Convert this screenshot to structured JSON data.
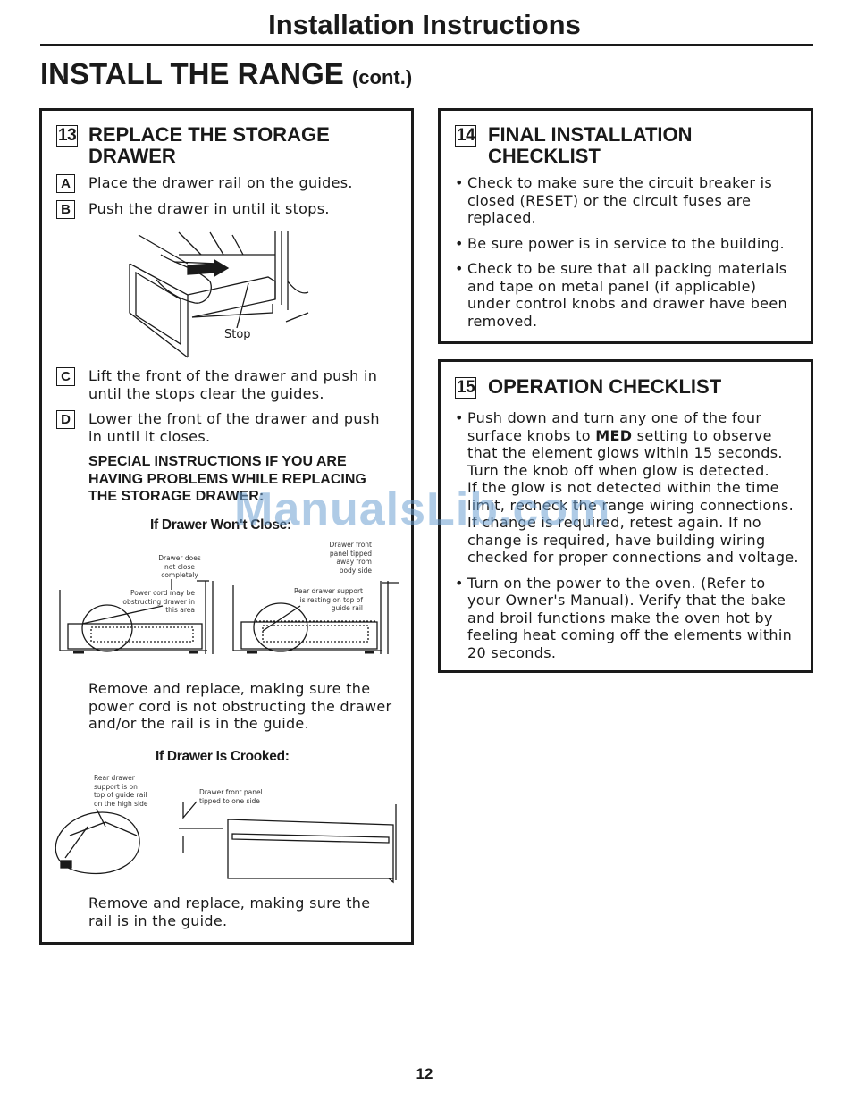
{
  "header": {
    "title": "Installation Instructions"
  },
  "page_title": {
    "main": "INSTALL THE RANGE",
    "cont": "(cont.)"
  },
  "step13": {
    "num": "13",
    "heading_line1": "REPLACE THE STORAGE",
    "heading_line2": "DRAWER",
    "a_letter": "A",
    "a_text": "Place the drawer rail on the guides.",
    "b_letter": "B",
    "b_text": "Push the drawer in until it stops.",
    "stop_label": "Stop",
    "c_letter": "C",
    "c_line1": "Lift the front of the drawer and push in",
    "c_line2": "until the stops clear the guides.",
    "d_letter": "D",
    "d_line1": "Lower the front of the drawer and push",
    "d_line2": "in until it closes.",
    "special_line1": "SPECIAL INSTRUCTIONS IF YOU ARE",
    "special_line2": "HAVING PROBLEMS WHILE REPLACING",
    "special_line3": "THE STORAGE DRAWER:",
    "wont_close_heading": "If Drawer Won't Close:",
    "fig1_l1": "Drawer does",
    "fig1_l2": "not close",
    "fig1_l3": "completely",
    "fig1_l4": "Power cord may be",
    "fig1_l5": "obstructing drawer in",
    "fig1_l6": "this area",
    "fig2_l1": "Drawer front",
    "fig2_l2": "panel tipped",
    "fig2_l3": "away from",
    "fig2_l4": "body side",
    "fig2_l5": "Rear drawer support",
    "fig2_l6": "is resting on top of",
    "fig2_l7": "guide rail",
    "remove1_l1": "Remove and replace, making sure the",
    "remove1_l2": "power cord is not obstructing the drawer",
    "remove1_l3": "and/or the rail is in the guide.",
    "crooked_heading": "If Drawer Is Crooked:",
    "fig3_l1": "Rear drawer",
    "fig3_l2": "support is on",
    "fig3_l3": "top of guide rail",
    "fig3_l4": "on the high side",
    "fig4_l1": "Drawer front panel",
    "fig4_l2": "tipped to one side",
    "remove2_l1": "Remove and replace, making sure the",
    "remove2_l2": "rail is in the guide."
  },
  "step14": {
    "num": "14",
    "heading_line1": "FINAL INSTALLATION",
    "heading_line2": "CHECKLIST",
    "b1_l1": "Check to make sure the circuit breaker is",
    "b1_l2": "closed (RESET) or the circuit fuses are",
    "b1_l3": "replaced.",
    "b2_l1": "Be sure power is in service to the building.",
    "b3_l1": "Check to be sure that all packing materials",
    "b3_l2": "and tape on metal panel (if applicable)",
    "b3_l3": "under control knobs and drawer have been",
    "b3_l4": "removed."
  },
  "step15": {
    "num": "15",
    "heading": "OPERATION CHECKLIST",
    "b1_l1": "Push down and turn any one of the four",
    "b1_l2a": "surface knobs to ",
    "b1_l2b": "MED",
    "b1_l2c": " setting to observe",
    "b1_l3": "that the element glows within 15 seconds.",
    "b1_l4": "Turn the knob off when glow is detected.",
    "b1_l5": "If the glow is not detected within the time",
    "b1_l6": "limit, recheck the range wiring connections.",
    "b1_l7": "If change is required, retest again. If no",
    "b1_l8": "change is required, have building wiring",
    "b1_l9": "checked for proper connections and voltage.",
    "b2_l1": "Turn on the power to the oven. (Refer to",
    "b2_l2": "your Owner's Manual). Verify that the bake",
    "b2_l3": "and broil functions make the oven hot by",
    "b2_l4": "feeling heat coming off the elements within",
    "b2_l5": "20 seconds."
  },
  "watermark": "ManualsLib.com",
  "page_number": "12"
}
